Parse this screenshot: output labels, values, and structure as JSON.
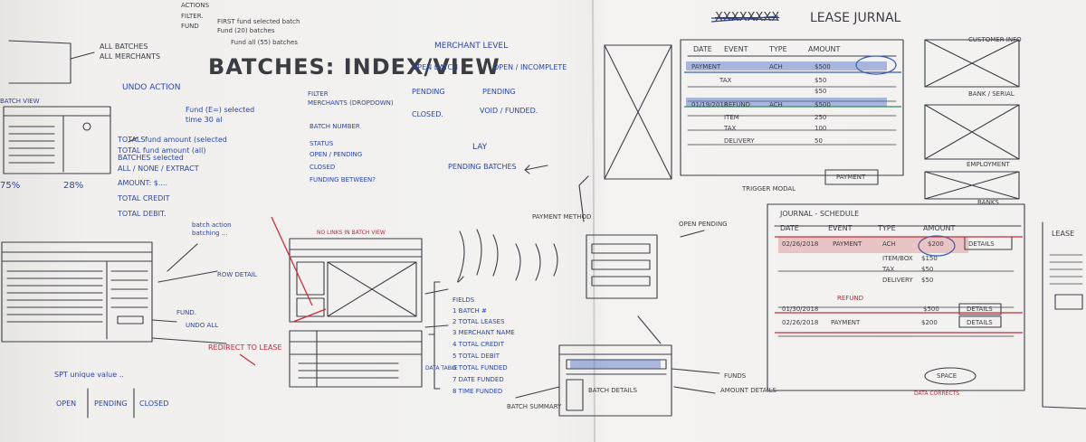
{
  "titles": {
    "batches_index_view": "BATCHES: INDEX/VIEW",
    "struck": "XXXXXXXX",
    "lease_journal": "LEASE JURNAL"
  },
  "notes": {
    "actions": "ACTIONS",
    "filter": "FILTER.",
    "fund": "FUND",
    "fund_selected": "FIRST fund selected batch",
    "fund_batches": "Fund (20) batches",
    "fund_all": "Fund all (55) batches",
    "all_batches": "ALL BATCHES",
    "all_merchants": "ALL MERCHANTS",
    "merchant_level": "MERCHANT LEVEL",
    "lay": "LAY",
    "pending_batches": "PENDING BATCHES",
    "undo_action": "UNDO ACTION",
    "funded_eq": "Fund (E=) selected",
    "time_30": "time 30 al",
    "totals": "TOTALS",
    "fund_amount_selected": "fund amount (selected",
    "total_fund": "TOTAL fund amount (all)",
    "batches_selected": "BATCHES selected",
    "all_none_extract": "ALL / NONE / EXTRACT",
    "pct_75": "75%",
    "pct_28": "28%",
    "batch_view": "BATCH VIEW",
    "batch_action": "batch action",
    "batch_action_2": "batching ...",
    "row_action": "ROW DETAIL",
    "fund_short": "FUND.",
    "undo_all": "UNDO ALL",
    "redirect_to_lease": "REDIRECT TO LEASE",
    "split_values": "SPT unique value ..",
    "no_links": "NO LINKS IN BATCH VIEW",
    "data_table": "DATA TABLE",
    "payment_method": "PAYMENT METHOD",
    "open_pending": "OPEN PENDING",
    "funds": "FUNDS",
    "amount_details": "AMOUNT DETAILS",
    "batch_details": "BATCH DETAILS",
    "batch_summary": "BATCH SUMMARY"
  },
  "statuses": {
    "open_batch": "OPEN BATCH",
    "open_incomplete": "OPEN / INCOMPLETE",
    "pending": "PENDING",
    "pending_value": "PENDING",
    "closed": "CLOSED.",
    "void_funded": "VOID / FUNDED."
  },
  "filters": {
    "heading": "FILTER",
    "merchants": "MERCHANTS (DROPDOWN)",
    "batch_number": "BATCH NUMBER",
    "status": "STATUS",
    "open_pending": "OPEN / PENDING",
    "closed": "CLOSED",
    "funding_between": "FUNDING BETWEEN?"
  },
  "summary": {
    "amount": "AMOUNT: $....",
    "total_credit": "TOTAL CREDIT",
    "total_debit": "TOTAL DEBIT."
  },
  "tabs": {
    "open": "OPEN",
    "pending": "PENDING",
    "closed": "CLOSED"
  },
  "fields": {
    "heading": "FIELDS",
    "batch": "1 BATCH #",
    "total_leases": "2 TOTAL LEASES",
    "merchant": "3 MERCHANT NAME",
    "total_credit": "4 TOTAL CREDIT",
    "total_debit": "5 TOTAL DEBIT",
    "total_funded": "6 TOTAL FUNDED",
    "date_funded": "7 DATE FUNDED",
    "time_funded": "8 TIME FUNDED"
  },
  "journal": {
    "headers": [
      "DATE",
      "EVENT",
      "TYPE",
      "AMOUNT"
    ],
    "rows": [
      {
        "date": "",
        "event": "PAYMENT",
        "type": "ACH",
        "amount": "$500"
      },
      {
        "date": "",
        "event": "TAX",
        "type": "",
        "amount": "$50"
      },
      {
        "date": "",
        "event": "",
        "type": "",
        "amount": "$50"
      },
      {
        "date": "01/19/2018",
        "event": "REFUND",
        "type": "ACH",
        "amount": "$500"
      },
      {
        "date": "",
        "event": "ITEM",
        "type": "",
        "amount": "250"
      },
      {
        "date": "",
        "event": "TAX",
        "type": "",
        "amount": "100"
      },
      {
        "date": "",
        "event": "DELIVERY",
        "type": "",
        "amount": "50"
      }
    ],
    "payment_button": "PAYMENT",
    "trigger_modal": "TRIGGER MODAL"
  },
  "panels": {
    "customer_info": "CUSTOMER INFO",
    "bank_serial": "BANK / SERIAL",
    "employment": "EMPLOYMENT",
    "banks": "BANKS",
    "lease": "LEASE"
  },
  "schedule": {
    "title": "JOURNAL - SCHEDULE",
    "headers": [
      "DATE",
      "EVENT",
      "TYPE",
      "AMOUNT"
    ],
    "rows": [
      {
        "date": "02/26/2018",
        "event": "PAYMENT",
        "type": "ACH",
        "amount": "$200",
        "action": "DETAILS"
      },
      {
        "date": "01/30/2018",
        "event": "REFUND",
        "type": "",
        "amount": "$500",
        "action": "DETAILS"
      },
      {
        "date": "02/26/2018",
        "event": "PAYMENT",
        "type": "",
        "amount": "$200",
        "action": "DETAILS"
      }
    ],
    "items": [
      {
        "label": "ITEM/BOX",
        "amount": "$150"
      },
      {
        "label": "TAX",
        "amount": "$50"
      },
      {
        "label": "DELIVERY",
        "amount": "$50"
      }
    ],
    "oval_label": "SPACE",
    "data_note": "DATA CORRECTS"
  }
}
